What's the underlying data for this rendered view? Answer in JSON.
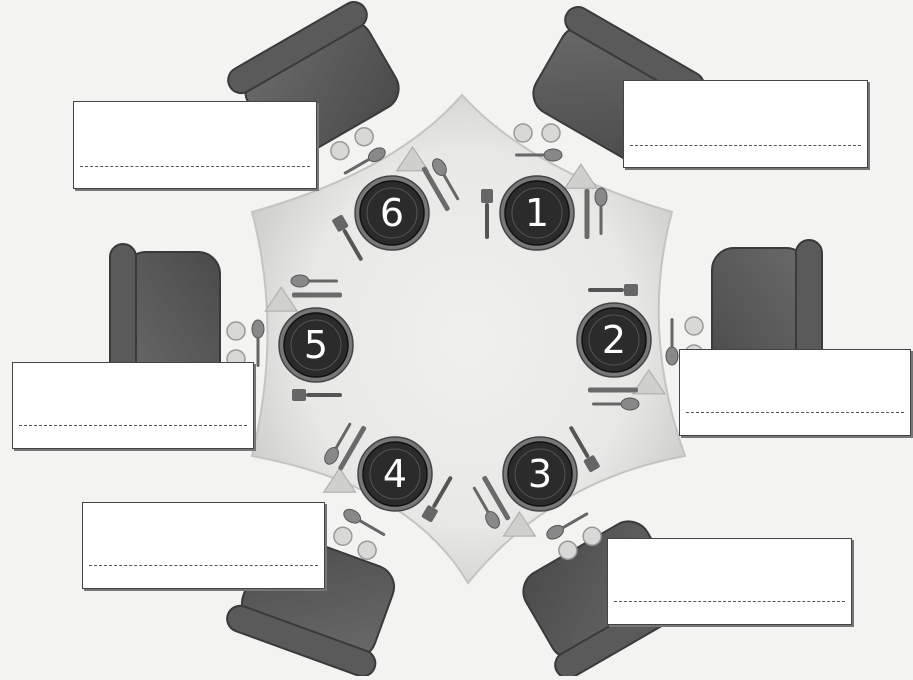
{
  "seats": [
    {
      "number": "1",
      "name": ""
    },
    {
      "number": "2",
      "name": ""
    },
    {
      "number": "3",
      "name": ""
    },
    {
      "number": "4",
      "name": ""
    },
    {
      "number": "5",
      "name": ""
    },
    {
      "number": "6",
      "name": ""
    }
  ],
  "colors": {
    "chair": "#5a5a5a",
    "chair_dark": "#3a3a3a",
    "plate": "#2b2b2b",
    "plate_rim": "#777777",
    "table_fill": "#e6e6e4",
    "table_glow": "#d0d0ce",
    "box_border": "#444444"
  },
  "icons": {
    "chair": "chair-icon",
    "plate": "plate-icon",
    "fork": "fork-icon",
    "knife": "knife-icon",
    "spoon": "spoon-icon",
    "cup": "cup-icon",
    "napkin": "napkin-icon"
  }
}
